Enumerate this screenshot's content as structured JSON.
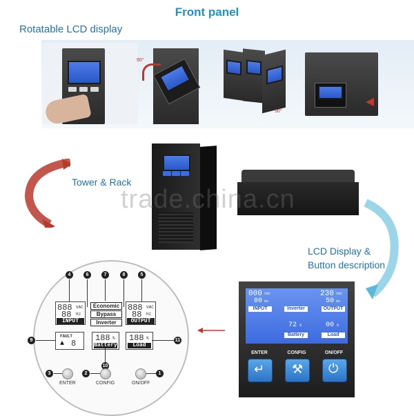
{
  "header": {
    "title": "Front panel",
    "subtitle": "Rotatable LCD display"
  },
  "rotation_steps": {
    "angle_up": "90°",
    "angle_down": "90°"
  },
  "middle": {
    "tower_rack_label": "Tower & Rack",
    "watermark": "trade.china.cn"
  },
  "lcd_desc": {
    "line1": "LCD Display &",
    "line2": "Button description"
  },
  "diagram": {
    "callouts": [
      "4",
      "6",
      "7",
      "8",
      "5",
      "9",
      "11",
      "10",
      "3",
      "2",
      "1"
    ],
    "modes": [
      "Economic",
      "Bypass",
      "Inverter"
    ],
    "input_label": "INPUT",
    "output_label": "OUTPUT",
    "battery_label": "Battery",
    "load_label": "Load",
    "fault_label": "FAULT",
    "fault_icon": "warning-triangle",
    "fault_digit": "8",
    "seg_888": "888",
    "seg_88": "88",
    "seg_188": "188",
    "vac": "VAC",
    "hz": "Hz",
    "pct": "%",
    "buttons": [
      "ENTER",
      "CONFIG",
      "ON/OFF"
    ]
  },
  "real_lcd": {
    "in_voltage": "000",
    "in_unit": "VAC",
    "in_freq": "00",
    "in_hz": "Hz",
    "out_voltage": "230",
    "out_unit": "VAC",
    "out_freq": "50",
    "out_hz": "Hz",
    "input_label": "INPUT",
    "output_label": "OUTPUT",
    "mode_label": "Inverter",
    "battery_pct": "72",
    "load_pct": "00",
    "pct": "%",
    "battery_label": "Battery",
    "load_label": "Load",
    "buttons": [
      "ENTER",
      "CONFIG",
      "ON/OFF"
    ]
  },
  "colors": {
    "accent_blue": "#1e8fd0",
    "red_arrow": "#b83a2e",
    "lcd_blue": "#3a6ee0"
  }
}
